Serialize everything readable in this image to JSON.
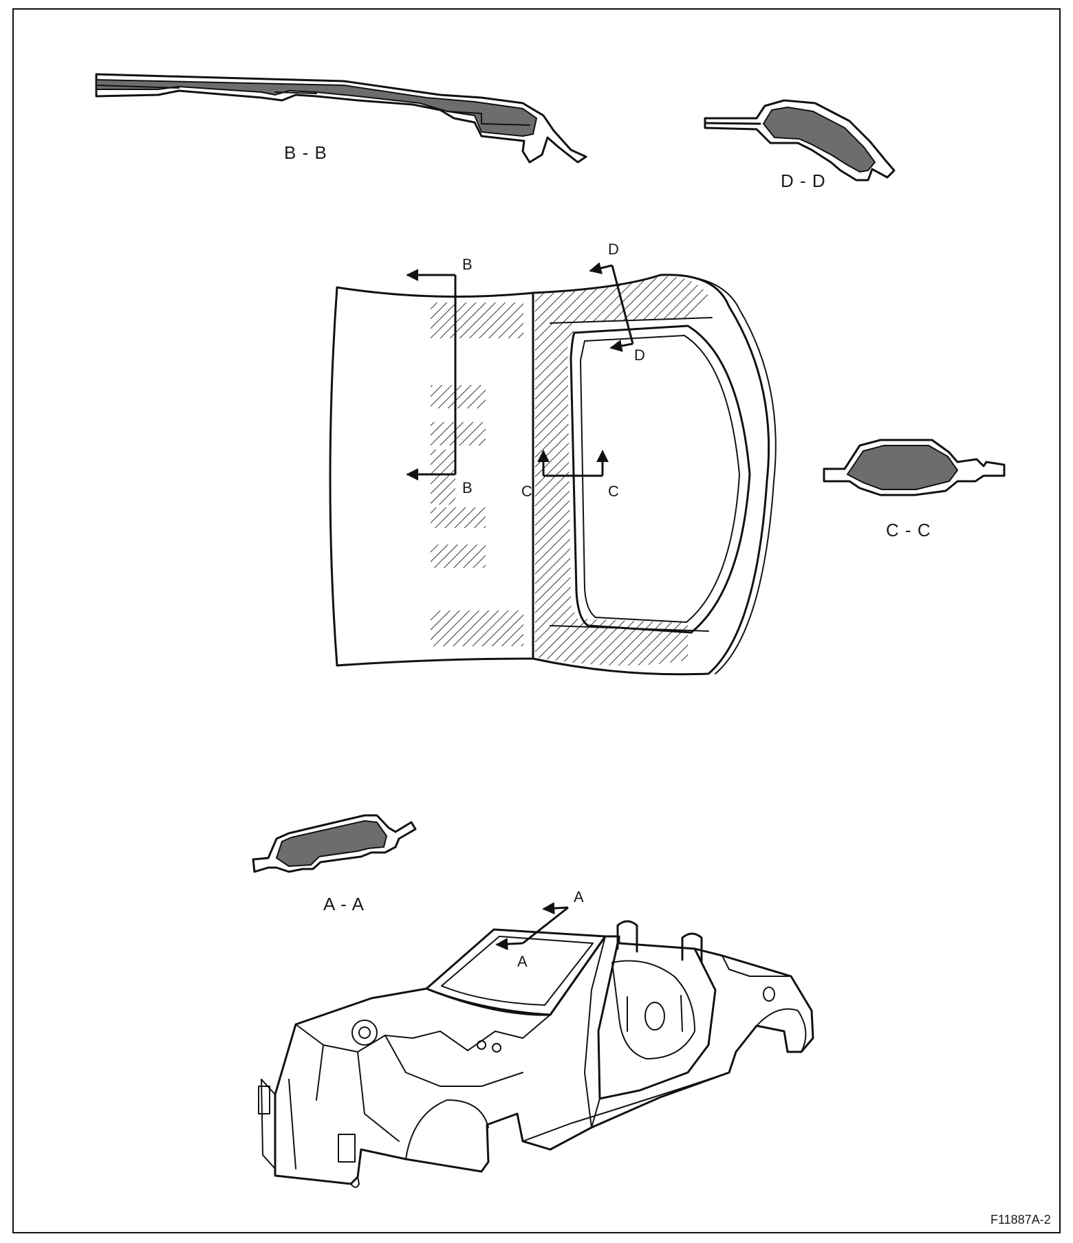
{
  "sections": {
    "bb": "B - B",
    "dd": "D - D",
    "cc": "C - C",
    "aa": "A - A"
  },
  "markers": {
    "b_top": "B",
    "b_bottom": "B",
    "d_top": "D",
    "d_bottom": "D",
    "c_left": "C",
    "c_right": "C",
    "a_top": "A",
    "a_bottom": "A"
  },
  "figure_id": "F11887A-2",
  "colors": {
    "ink": "#111111",
    "foam_fill": "#6d6d6d",
    "hatch": "#333333"
  }
}
